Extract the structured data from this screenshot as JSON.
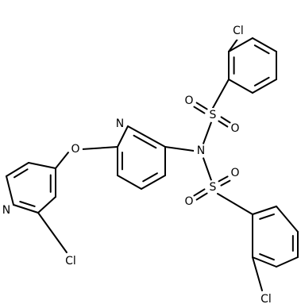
{
  "atoms": {
    "cl_top": "Cl",
    "s_top": "S",
    "o_top_left": "O",
    "o_top_right": "O",
    "n_center": "N",
    "s_bottom": "S",
    "o_bottom_left": "O",
    "o_bottom_right": "O",
    "cl_bottom_right": "Cl",
    "n_pyridine_central": "N",
    "o_ether": "O",
    "n_pyridine_left": "N",
    "cl_bottom_left": "Cl"
  }
}
